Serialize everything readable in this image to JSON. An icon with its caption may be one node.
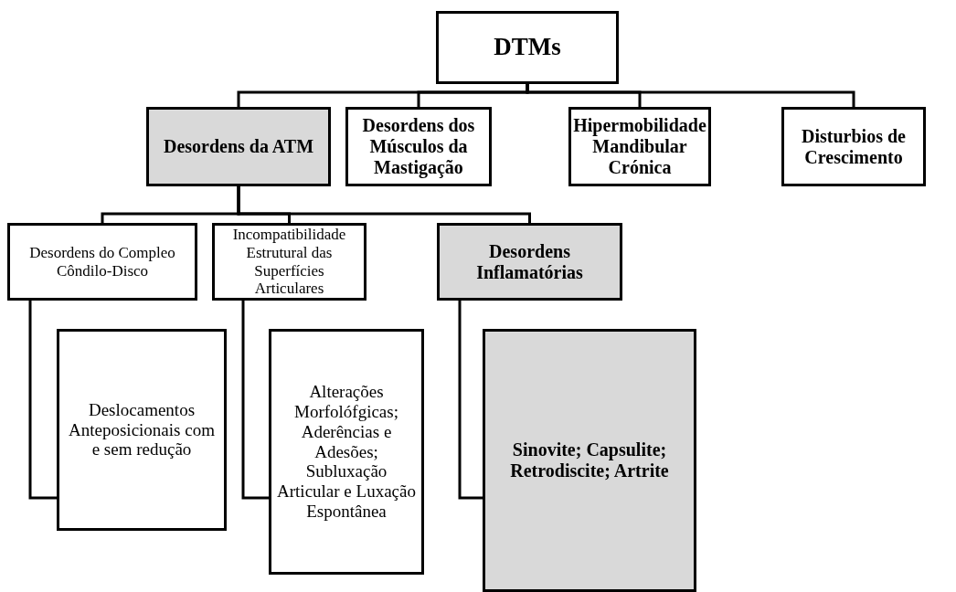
{
  "diagram": {
    "nodes": [
      {
        "text": [
          "DTMs"
        ]
      },
      {
        "text": [
          "Desordens da ATM"
        ]
      },
      {
        "text": [
          "Desordens dos Músculos da Mastigação"
        ]
      },
      {
        "text": [
          "Hipermobilidade Mandibular Crónica"
        ]
      },
      {
        "text": [
          "Disturbios de Crescimento"
        ]
      },
      {
        "text": [
          "Desordens do Compleo Côndilo-Disco"
        ]
      },
      {
        "text": [
          "Incompatibilidade Estrutural das Superfícies Articulares"
        ]
      },
      {
        "text": [
          "Desordens Inflamatórias"
        ]
      },
      {
        "text": [
          "Deslocamentos Anteposicionais com e sem redução"
        ]
      },
      {
        "text": [
          "Alterações Morfolófgicas; Aderências e Adesões; Subluxação Articular e Luxação Espontânea"
        ]
      },
      {
        "text": [
          "Sinovite; Capsulite; Retrodiscite; Artrite"
        ]
      }
    ],
    "edges": [
      {
        "from": 0,
        "to": 1,
        "arrow": "none"
      },
      {
        "from": 0,
        "to": 2,
        "arrow": "none"
      },
      {
        "from": 0,
        "to": 3,
        "arrow": "none"
      },
      {
        "from": 0,
        "to": 4,
        "arrow": "none"
      },
      {
        "from": 1,
        "to": 5,
        "arrow": "none"
      },
      {
        "from": 1,
        "to": 6,
        "arrow": "none"
      },
      {
        "from": 1,
        "to": 7,
        "arrow": "none"
      },
      {
        "from": 5,
        "to": 8,
        "arrow": "none"
      },
      {
        "from": 6,
        "to": 9,
        "arrow": "none"
      },
      {
        "from": 7,
        "to": 10,
        "arrow": "none"
      }
    ]
  }
}
